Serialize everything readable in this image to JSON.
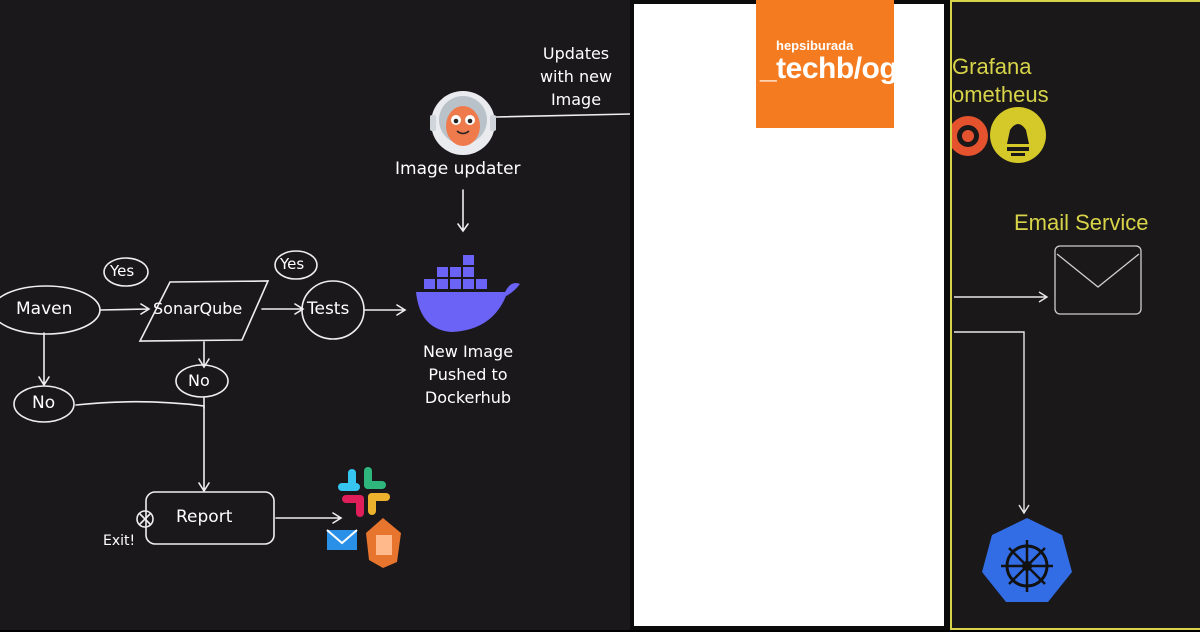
{
  "diagram": {
    "updates_line1": "Updates",
    "updates_line2": "with new",
    "updates_line3": "Image",
    "image_updater": "Image updater",
    "maven": "Maven",
    "sonarqube": "SonarQube",
    "tests": "Tests",
    "yes1": "Yes",
    "yes2": "Yes",
    "no1": "No",
    "no2": "No",
    "report": "Report",
    "exit": "Exit!",
    "new_image_line1": "New Image",
    "new_image_line2": "Pushed to",
    "new_image_line3": "Dockerhub"
  },
  "brand": {
    "small": "hepsiburada",
    "big": "_techb/og",
    "color": "#f47b20"
  },
  "right_panel": {
    "grafana": "Grafana",
    "prometheus": "ometheus",
    "email_service": "Email Service",
    "accent": "#d8d44a"
  },
  "icons": [
    "argo-octopus-icon",
    "docker-whale-icon",
    "slack-icon",
    "email-icon",
    "aws-sns-icon",
    "grafana-icon",
    "prometheus-icon",
    "envelope-icon",
    "kubernetes-icon"
  ]
}
